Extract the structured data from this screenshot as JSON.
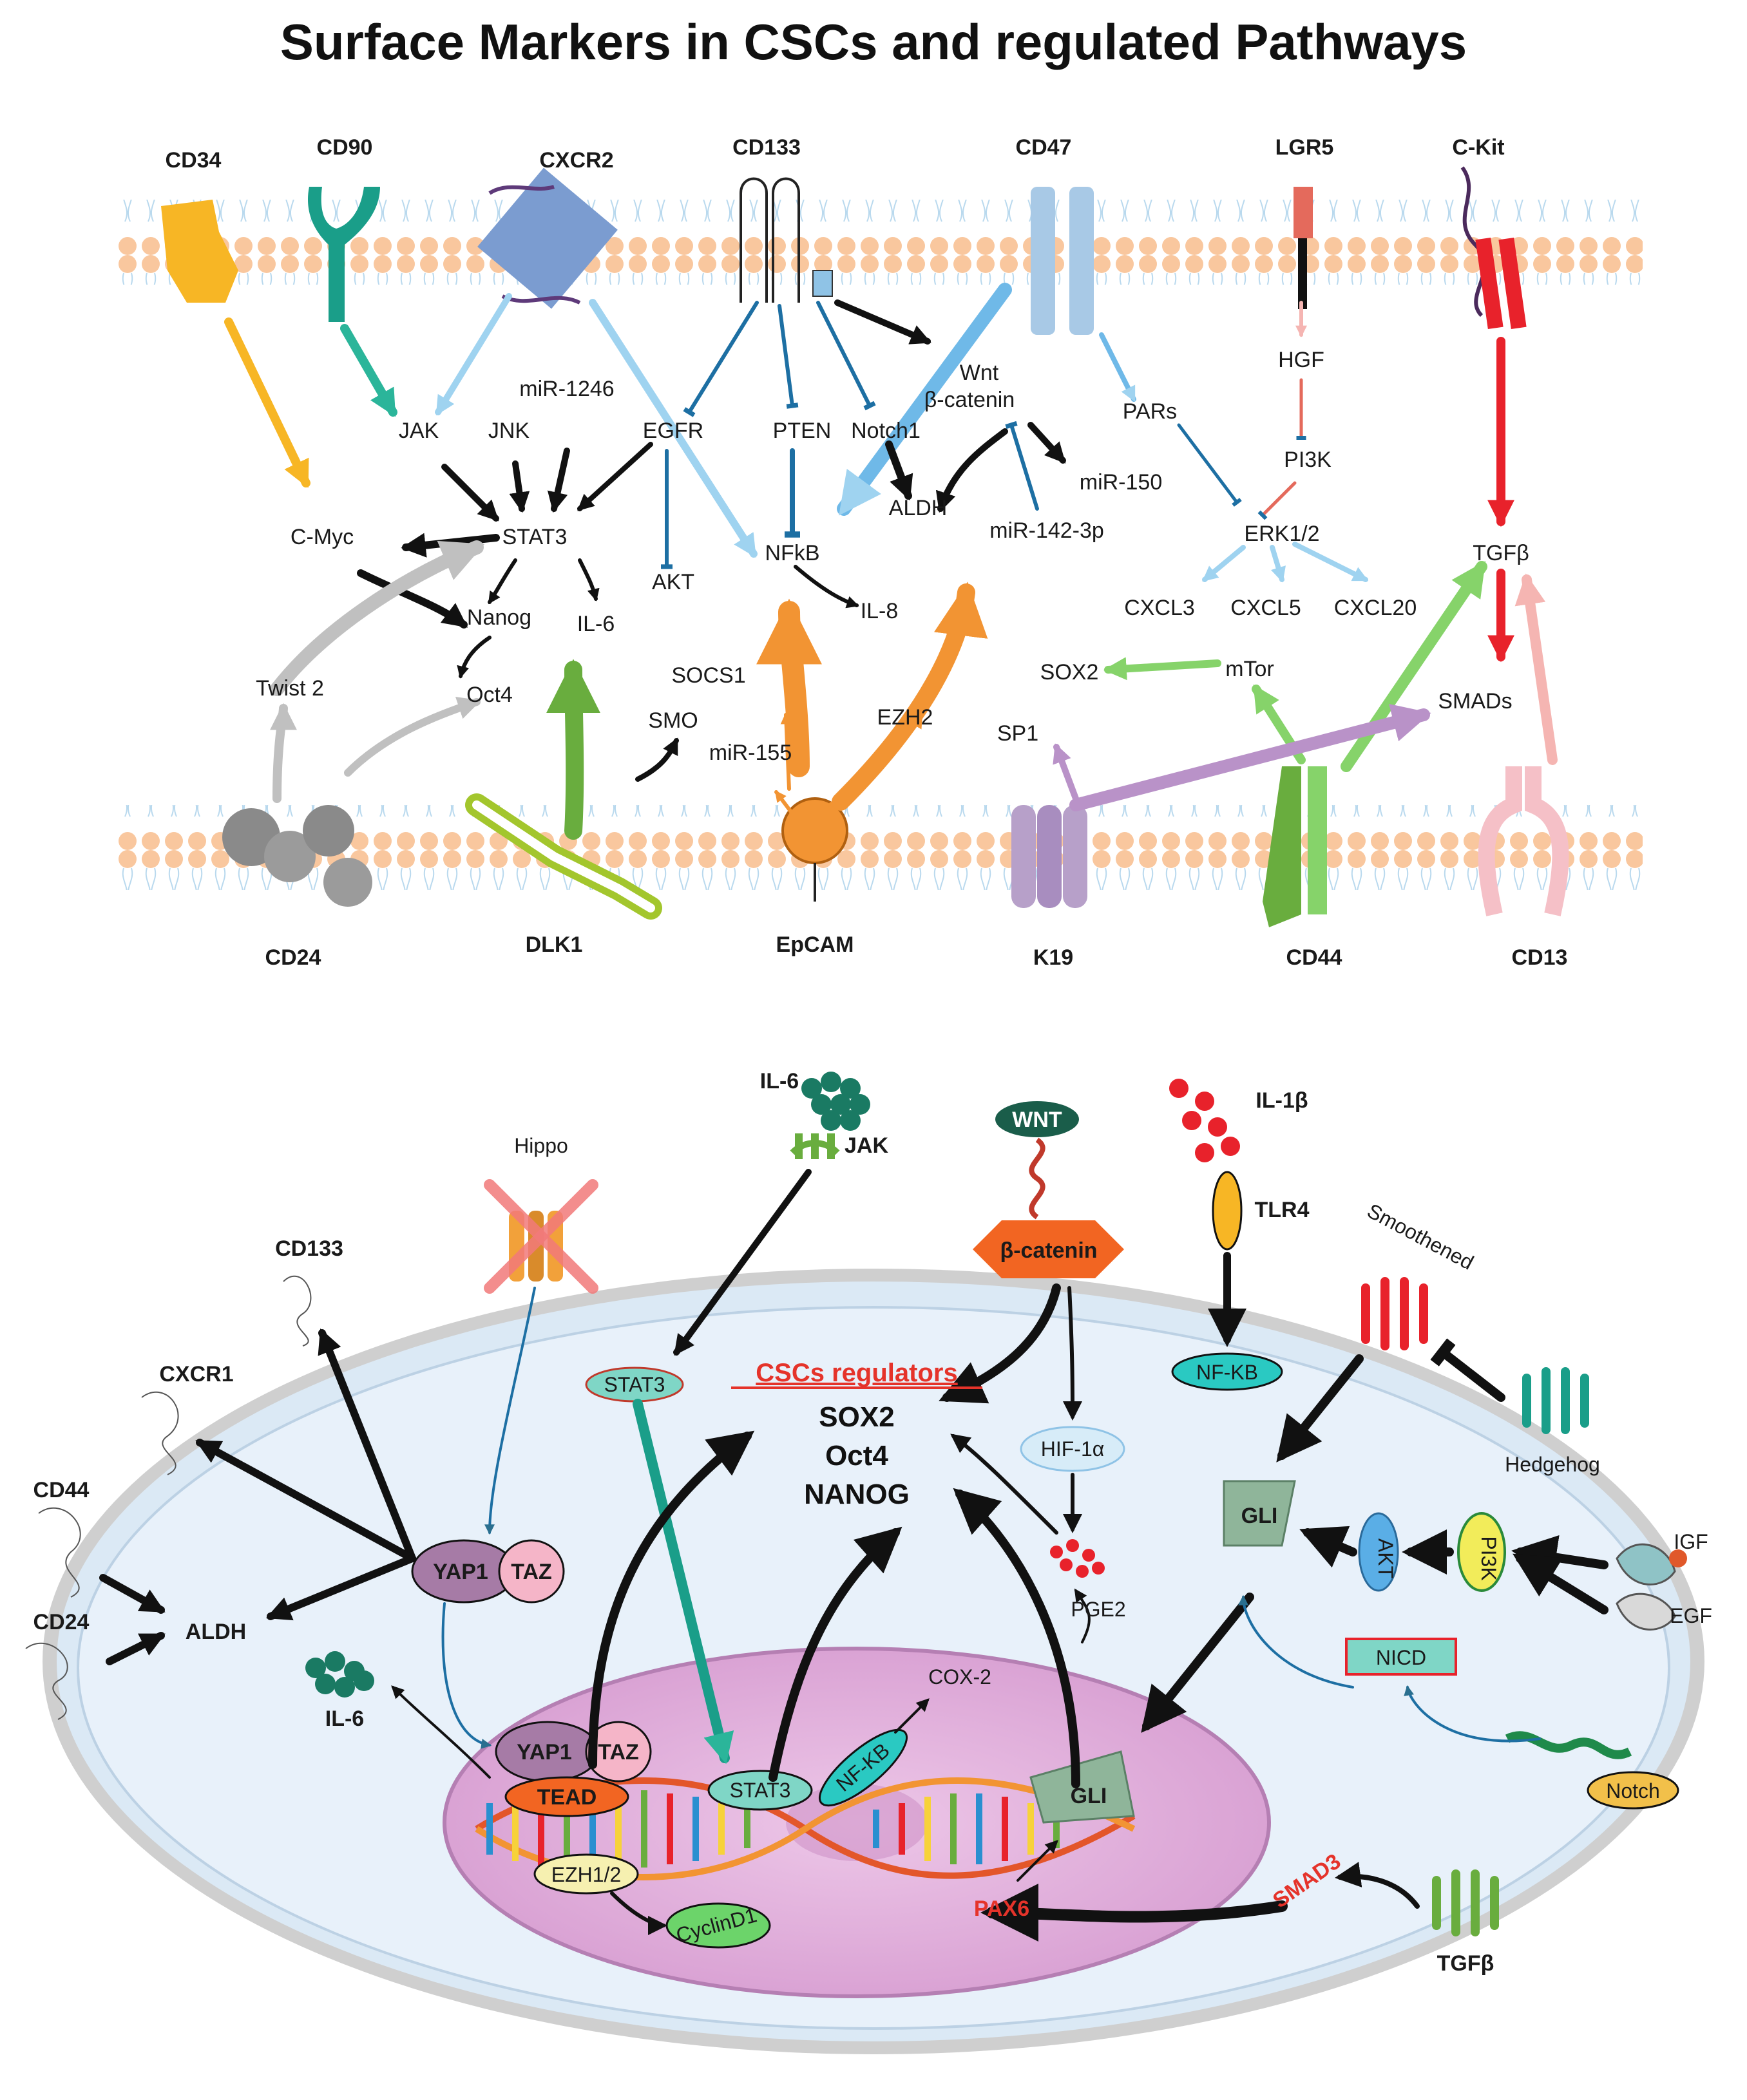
{
  "title": "Surface Markers in CSCs and regulated Pathways",
  "top_panel": {
    "top_markers": [
      "CD34",
      "CD90",
      "CXCR2",
      "CD133",
      "CD47",
      "LGR5",
      "C-Kit"
    ],
    "bottom_markers": [
      "CD24",
      "DLK1",
      "EpCAM",
      "K19",
      "CD44",
      "CD13"
    ],
    "nodes": {
      "jak": "JAK",
      "jnk": "JNK",
      "mir1246": "miR-1246",
      "egfr": "EGFR",
      "stat3": "STAT3",
      "cmyc": "C-Myc",
      "nanog": "Nanog",
      "il6": "IL-6",
      "oct4": "Oct4",
      "twist2": "Twist 2",
      "akt": "AKT",
      "pten": "PTEN",
      "notch1": "Notch1",
      "wnt": "Wnt",
      "bcatenin": "β-catenin",
      "nfkb": "NFkB",
      "aldh": "ALDH",
      "mir150": "miR-150",
      "mir142": "miR-142-3p",
      "il8": "IL-8",
      "socs1": "SOCS1",
      "smo": "SMO",
      "mir155": "miR-155",
      "ezh2": "EZH2",
      "pars": "PARs",
      "hgf": "HGF",
      "pi3k": "PI3K",
      "erk": "ERK1/2",
      "cxcl3": "CXCL3",
      "cxcl5": "CXCL5",
      "cxcl20": "CXCL20",
      "tgfb": "TGFβ",
      "sox2": "SOX2",
      "mtor": "mTor",
      "sp1": "SP1",
      "smads": "SMADs"
    }
  },
  "bottom_panel": {
    "hippo": "Hippo",
    "il6_top": "IL-6",
    "jak": "JAK",
    "wnt": "WNT",
    "bcatenin": "β-catenin",
    "il1b": "IL-1β",
    "tlr4": "TLR4",
    "nfkb": "NF-KB",
    "smoothened": "Smoothened",
    "hedgehog": "Hedgehog",
    "igf": "IGF",
    "egf": "EGF",
    "pi3k": "PI3K",
    "akt": "AKT",
    "gli": "GLI",
    "nicd": "NICD",
    "notch": "Notch",
    "tgfb": "TGFβ",
    "smad3": "SMAD3",
    "pax6": "PAX6",
    "cyclind1": "CyclinD1",
    "ezh": "EZH1/2",
    "tead": "TEAD",
    "yap1": "YAP1",
    "taz": "TAZ",
    "stat3": "STAT3",
    "cox2": "COX-2",
    "pge2": "PGE2",
    "hif": "HIF-1α",
    "il6_left": "IL-6",
    "aldh": "ALDH",
    "cd133": "CD133",
    "cxcr1": "CXCR1",
    "cd44": "CD44",
    "cd24": "CD24",
    "regulators_title": "CSCs regulators",
    "regulators": [
      "SOX2",
      "Oct4",
      "NANOG"
    ]
  },
  "colors": {
    "membrane": "#f9c79e",
    "cell_fill": "#e3eef8",
    "nucleus_fill": "#e3b6dd",
    "black_arrow": "#111111",
    "light_blue_arrow": "#9fd3f0",
    "orange_arrow": "#f29433",
    "green_arrow": "#69ad3e",
    "light_green_arrow": "#86d36a",
    "purple_arrow": "#b992c8",
    "red_arrow": "#e8222b",
    "pink_arrow": "#f5b5b2",
    "gray_arrow": "#c0c0c0",
    "teal_arrow": "#1f9b83",
    "regulator_red": "#e5332a"
  }
}
